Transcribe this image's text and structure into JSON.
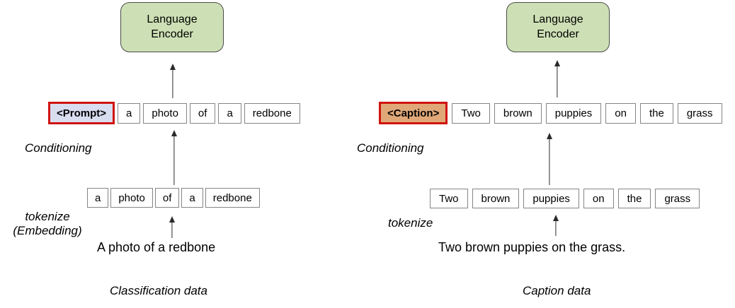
{
  "colors": {
    "encoder_fill": "#cde0b5",
    "encoder_border": "#4b4b4b",
    "prompt_fill": "#d9ddf0",
    "caption_fill": "#e0a878",
    "special_border": "#cf1310",
    "token_border": "#858585",
    "arrow_color": "#2a2a2a"
  },
  "left": {
    "encoder": "Language Encoder",
    "special_token": "<Prompt>",
    "embedded_tokens": [
      "a",
      "photo",
      "of",
      "a",
      "redbone"
    ],
    "conditioning_label": "Conditioning",
    "token_row": [
      "a",
      "photo",
      "of",
      "a",
      "redbone"
    ],
    "tokenize_label_line1": "tokenize",
    "tokenize_label_line2": "(Embedding)",
    "sentence": "A photo of a redbone",
    "dataset_label": "Classification data"
  },
  "right": {
    "encoder": "Language Encoder",
    "special_token": "<Caption>",
    "embedded_tokens": [
      "Two",
      "brown",
      "puppies",
      "on",
      "the",
      "grass"
    ],
    "conditioning_label": "Conditioning",
    "token_row": [
      "Two",
      "brown",
      "puppies",
      "on",
      "the",
      "grass"
    ],
    "tokenize_label_line1": "tokenize",
    "sentence": "Two brown puppies on the grass.",
    "dataset_label": "Caption data"
  }
}
